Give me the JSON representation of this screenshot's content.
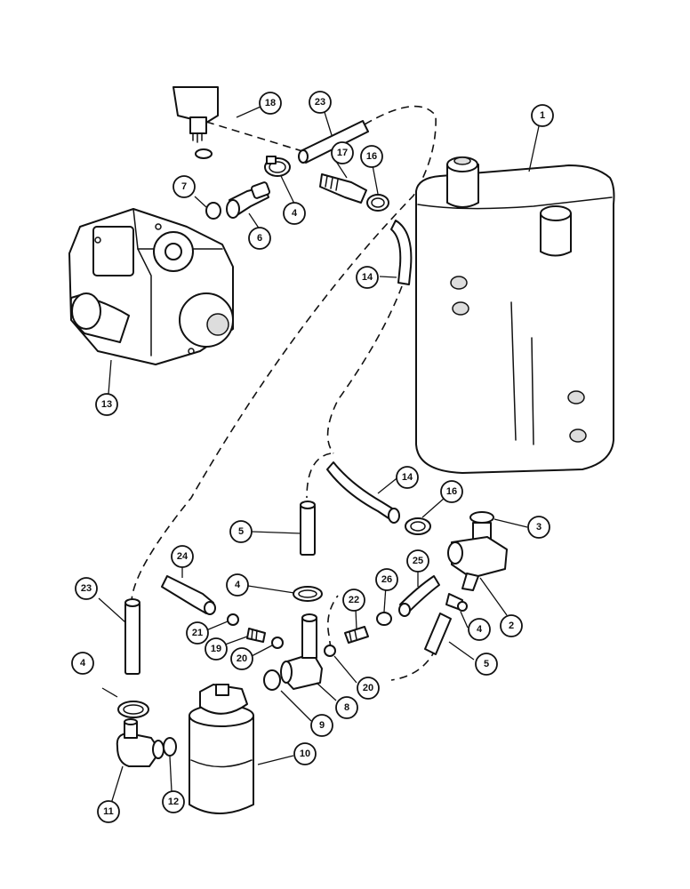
{
  "diagram": {
    "callouts": [
      {
        "id": "c1",
        "label": "1"
      },
      {
        "id": "c2",
        "label": "2"
      },
      {
        "id": "c3",
        "label": "3"
      },
      {
        "id": "c4a",
        "label": "4"
      },
      {
        "id": "c4b",
        "label": "4"
      },
      {
        "id": "c4c",
        "label": "4"
      },
      {
        "id": "c4d",
        "label": "4"
      },
      {
        "id": "c5a",
        "label": "5"
      },
      {
        "id": "c5b",
        "label": "5"
      },
      {
        "id": "c6",
        "label": "6"
      },
      {
        "id": "c7",
        "label": "7"
      },
      {
        "id": "c8",
        "label": "8"
      },
      {
        "id": "c9",
        "label": "9"
      },
      {
        "id": "c10",
        "label": "10"
      },
      {
        "id": "c11",
        "label": "11"
      },
      {
        "id": "c12",
        "label": "12"
      },
      {
        "id": "c13",
        "label": "13"
      },
      {
        "id": "c14a",
        "label": "14"
      },
      {
        "id": "c14b",
        "label": "14"
      },
      {
        "id": "c16a",
        "label": "16"
      },
      {
        "id": "c16b",
        "label": "16"
      },
      {
        "id": "c17",
        "label": "17"
      },
      {
        "id": "c18",
        "label": "18"
      },
      {
        "id": "c19",
        "label": "19"
      },
      {
        "id": "c20a",
        "label": "20"
      },
      {
        "id": "c20b",
        "label": "20"
      },
      {
        "id": "c21",
        "label": "21"
      },
      {
        "id": "c22",
        "label": "22"
      },
      {
        "id": "c23a",
        "label": "23"
      },
      {
        "id": "c23b",
        "label": "23"
      },
      {
        "id": "c24",
        "label": "24"
      },
      {
        "id": "c25",
        "label": "25"
      },
      {
        "id": "c26",
        "label": "26"
      }
    ]
  }
}
